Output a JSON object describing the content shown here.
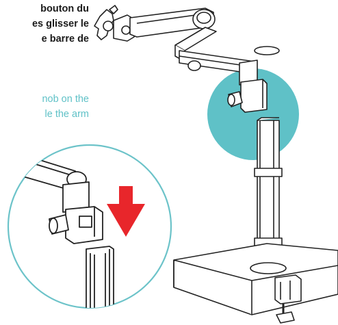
{
  "instruction_fr": {
    "line1": "bouton du",
    "line2": "es glisser le",
    "line3": "e barre de"
  },
  "instruction_en": {
    "line1": "nob on the",
    "line2": "le the arm"
  },
  "colors": {
    "accent_teal": "#5fc1c7",
    "arrow_red": "#e8262b",
    "line": "#222222"
  },
  "icons": {
    "arrow": "arrow-down-icon"
  }
}
